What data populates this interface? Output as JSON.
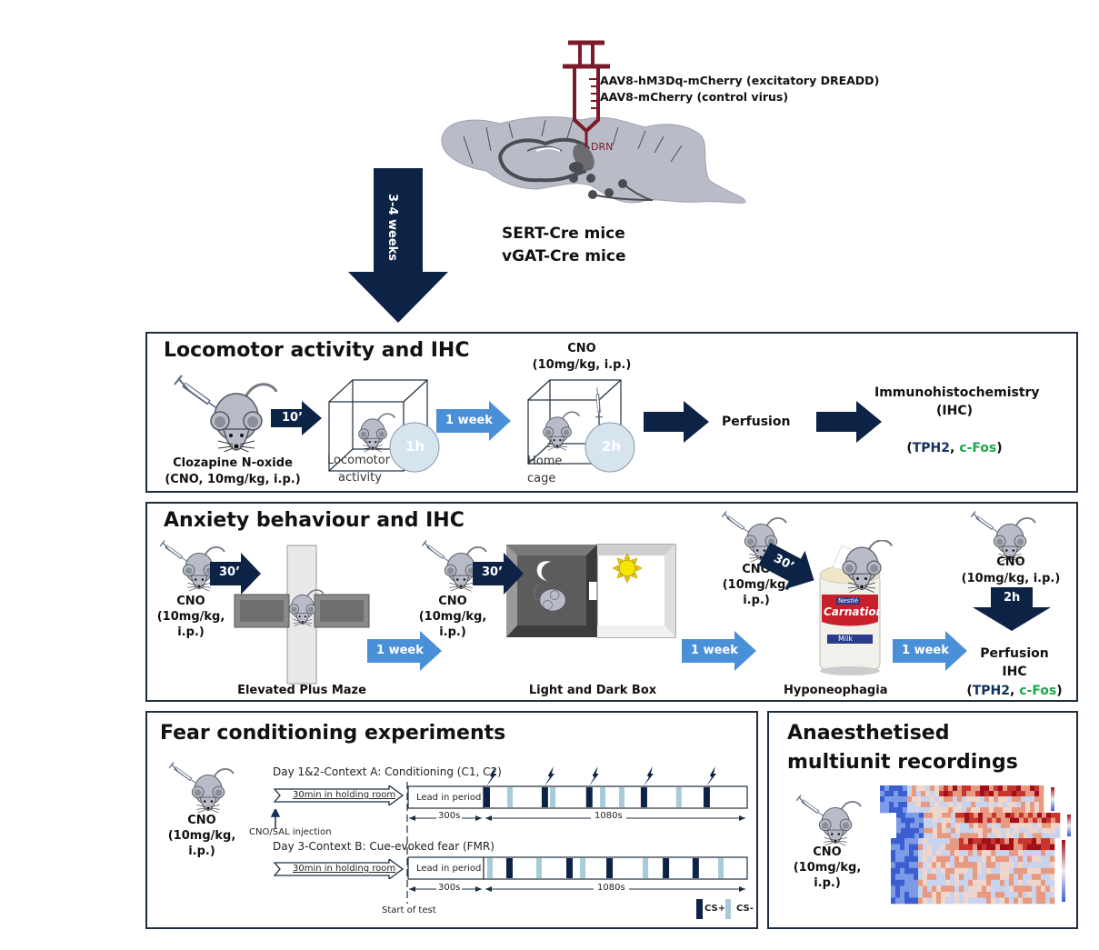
{
  "header": {
    "virus_lines": [
      "AAV8-hM3Dq-mCherry (excitatory DREADD)",
      "AAV8-mCherry (control virus)"
    ],
    "brain_target_label": "DRN",
    "mouse_lines": [
      "SERT-Cre mice",
      "vGAT-Cre mice"
    ],
    "wait_arrow_label": "3-4 weeks"
  },
  "colors": {
    "dark_navy": "#0d2346",
    "light_blue": "#4a90d9",
    "syringe_red": "#7a1a2a",
    "tph2": "#12305a",
    "cfos": "#1aa64a",
    "cs_plus": "#0d2346",
    "cs_minus": "#a8cbd9",
    "timer_circle": "#d6e4ee"
  },
  "locomotor": {
    "title": "Locomotor activity and IHC",
    "drug_line1": "Clozapine N-oxide",
    "drug_line2": "(CNO, 10mg/kg, i.p.)",
    "arrow1": "10’",
    "box1_label_line1": "Locomotor",
    "box1_label_line2": "activity",
    "box1_timer": "1h",
    "arrow2": "1 week",
    "cno_top_line1": "CNO",
    "cno_top_line2": "(10mg/kg, i.p.)",
    "box2_label_line1": "Home",
    "box2_label_line2": "cage",
    "box2_timer": "2h",
    "step_perfusion": "Perfusion",
    "ihc_line1": "Immunohistochemistry",
    "ihc_line2": "(IHC)",
    "markers": {
      "open": "(",
      "tph2": "TPH2",
      "sep": ", ",
      "cfos": "c-Fos",
      "close": ")"
    }
  },
  "anxiety": {
    "title": "Anxiety behaviour and IHC",
    "cno_line1": "CNO",
    "cno_line2": "(10mg/kg,",
    "cno_line3": "i.p.)",
    "arrow_30": "30’",
    "arrow_week": "1 week",
    "epm_label": "Elevated Plus Maze",
    "ldb_label": "Light and Dark Box",
    "hypo_label": "Hyponeophagia",
    "can_brand": "Carnation",
    "can_maker": "Nestlé",
    "can_milk": "Milk",
    "final_cno_line1": "CNO",
    "final_cno_line2": "(10mg/kg, i.p.)",
    "final_arrow": "2h",
    "final_line1": "Perfusion",
    "final_line2": "IHC",
    "markers": {
      "open": "(",
      "tph2": "TPH2",
      "sep": ", ",
      "cfos": "c-Fos",
      "close": ")"
    }
  },
  "fear": {
    "title": "Fear conditioning experiments",
    "cno_line1": "CNO",
    "cno_line2": "(10mg/kg,",
    "cno_line3": "i.p.)",
    "day12_label": "Day 1&2-Context A: Conditioning (C1, C2)",
    "day3_label": "Day 3-Context B: Cue-evoked fear (FMR)",
    "holding": "30min in holding room",
    "injection": "CNO/SAL injection",
    "lead_in": "Lead in period",
    "lead_duration": "300s",
    "test_duration": "1080s",
    "start_of_test": "Start of test",
    "legend_cs_plus": "CS+",
    "legend_cs_minus": "CS-",
    "timeline_total_s": 1080,
    "day12_cs_plus_s": [
      0,
      238,
      420,
      644,
      901
    ],
    "day12_cs_minus_s": [
      97,
      272,
      477,
      555,
      789
    ],
    "day12_shock_on_cs_plus": true,
    "day3_cs_plus_s": [
      93,
      339,
      503,
      734,
      856
    ],
    "day3_cs_minus_s": [
      15,
      216,
      395,
      652,
      961
    ]
  },
  "recordings": {
    "title_line1": "Anaesthetised",
    "title_line2": "multiunit recordings",
    "cno_line1": "CNO",
    "cno_line2": "(10mg/kg,",
    "cno_line3": "i.p.)"
  }
}
